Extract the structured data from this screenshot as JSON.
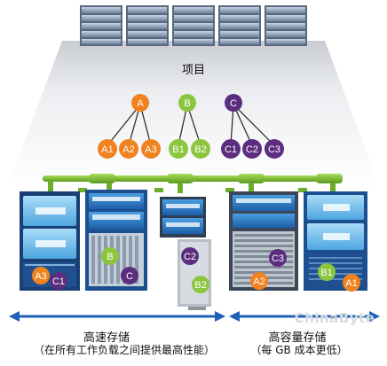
{
  "project_label": "项目",
  "nodes": {
    "A": "A",
    "A1": "A1",
    "A2": "A2",
    "A3": "A3",
    "B": "B",
    "B1": "B1",
    "B2": "B2",
    "C": "C",
    "C1": "C1",
    "C2": "C2",
    "C3": "C3"
  },
  "tiers": {
    "fast": {
      "title": "高速存储",
      "subtitle": "（在所有工作负载之间提供最高性能）"
    },
    "capacity": {
      "title": "高容量存储",
      "subtitle": "（每 GB 成本更低）"
    }
  },
  "watermark": "ChinaByte",
  "colors": {
    "orange": "#f08220",
    "green": "#8cc63f",
    "purple": "#5c2d7e",
    "blue": "#2678c0",
    "rack_green": "#7fbf2f"
  }
}
